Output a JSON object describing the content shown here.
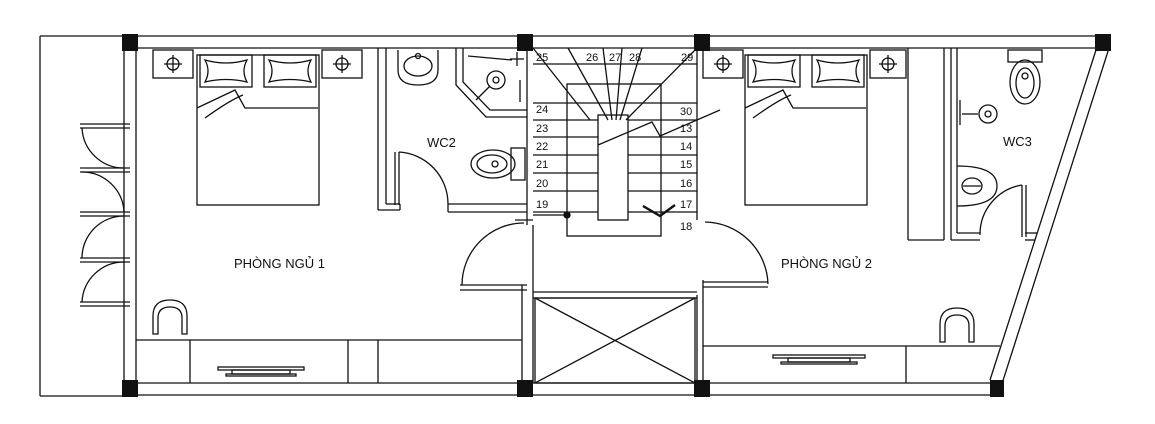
{
  "rooms": {
    "bedroom1": "PHÒNG NGỦ 1",
    "bedroom2": "PHÒNG NGỦ 2",
    "wc2": "WC2",
    "wc3": "WC3"
  },
  "stairs": {
    "top_row": [
      "25",
      "26",
      "27",
      "28",
      "29"
    ],
    "left_column": [
      "24",
      "23",
      "22",
      "21",
      "20",
      "19"
    ],
    "right_column": [
      "30",
      "13",
      "14",
      "15",
      "16",
      "17",
      "18"
    ]
  },
  "colors": {
    "line": "#111111",
    "wall": "#111111",
    "background": "#ffffff"
  }
}
